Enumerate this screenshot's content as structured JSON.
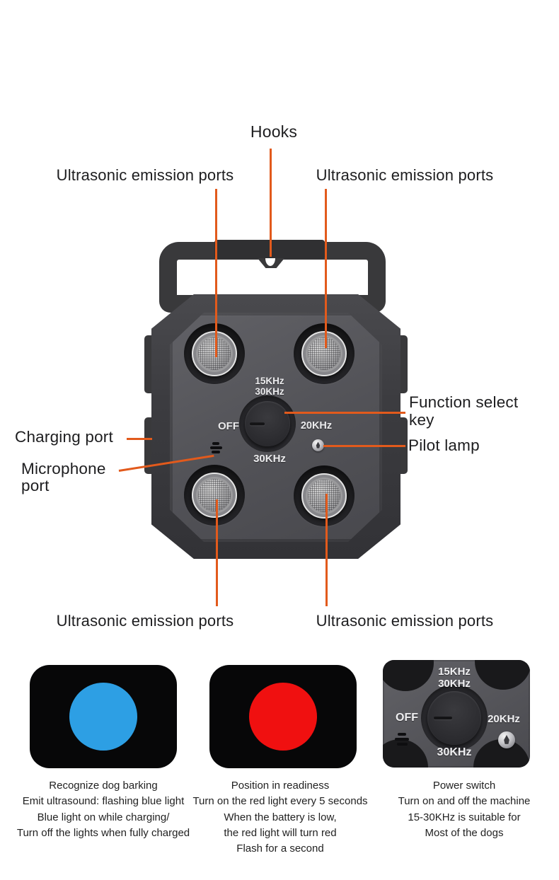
{
  "colors": {
    "accent": "#E25A1C",
    "label_text": "#1D1D1F",
    "device_body": "#3C3C40",
    "device_face": "#525257"
  },
  "labels": {
    "hooks": "Hooks",
    "ultrasonic_ports": "Ultrasonic emission ports",
    "function_select": [
      "Function select",
      "key"
    ],
    "pilot_lamp": "Pilot lamp",
    "charging_port": "Charging port",
    "microphone_port": [
      "Microphone",
      "port"
    ]
  },
  "device": {
    "dial": {
      "top1": "15KHz",
      "top2": "30KHz",
      "left": "OFF",
      "right": "20KHz",
      "bottom": "30KHz"
    }
  },
  "panels": [
    {
      "name": "blue-light",
      "light_color": "#2D9FE4",
      "caption_lines": [
        "Recognize dog barking",
        "Emit ultrasound: flashing blue light",
        "Blue light on while charging/",
        "Turn off the lights when fully charged"
      ]
    },
    {
      "name": "red-light",
      "light_color": "#F01010",
      "caption_lines": [
        "Position in readiness",
        "Turn on the red light every 5 seconds",
        "When the battery is low,",
        "the red light will turn red",
        "Flash for a second"
      ]
    },
    {
      "name": "dial-closeup",
      "dial": {
        "top1": "15KHz",
        "top2": "30KHz",
        "left": "OFF",
        "right": "20KHz",
        "bottom": "30KHz"
      },
      "caption_lines": [
        "Power switch",
        "Turn on and off the machine",
        "15-30KHz is suitable for",
        "Most of the dogs"
      ]
    }
  ]
}
